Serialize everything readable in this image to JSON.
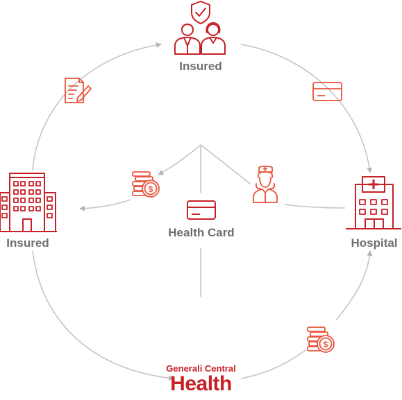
{
  "labels": {
    "top_node": "Insured",
    "left_node": "Insured",
    "right_node": "Hospital",
    "center_node": "Health Card"
  },
  "brand": {
    "subtitle": "Generali Central",
    "title": "Health"
  },
  "colors": {
    "accent_red": "#c62127",
    "icon_red": "#e8533a",
    "connector_grey": "#bdbdbd",
    "label_grey": "#6d6e71"
  },
  "icons": {
    "top": "insured-couple-shield-icon",
    "left": "insured-building-icon",
    "right": "hospital-building-icon",
    "center": "health-card-icon",
    "document": "document-pen-icon",
    "card_top_right": "card-icon",
    "coins_center": "coins-icon",
    "coins_bottom": "coins-icon",
    "nurse": "nurse-icon"
  }
}
